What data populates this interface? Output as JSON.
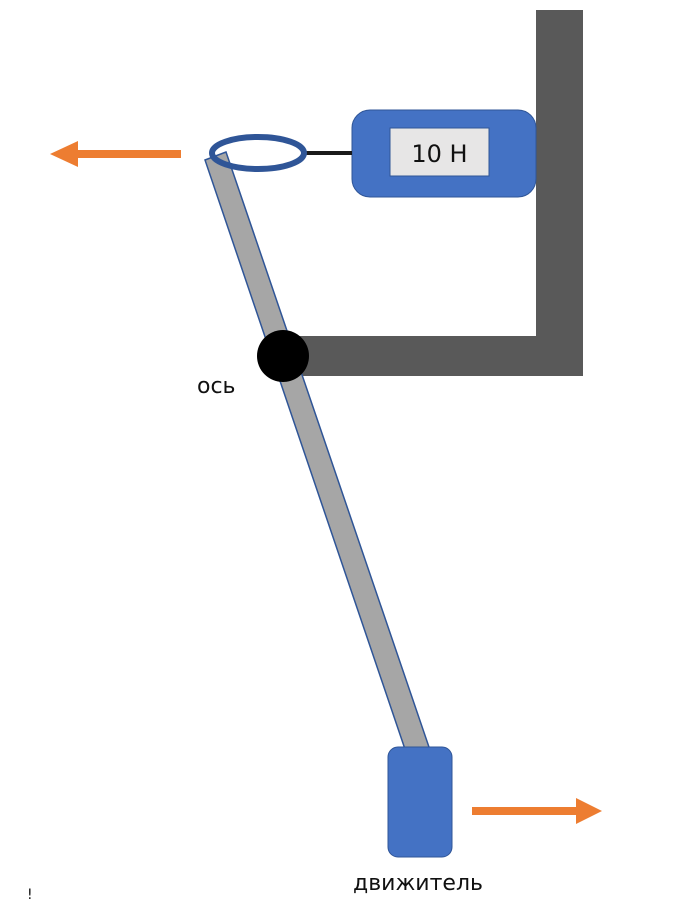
{
  "diagram": {
    "title": "",
    "labels": {
      "gauge_reading": "10 Н",
      "pivot": "ось",
      "thruster": "движитель",
      "stray_mark": "!"
    },
    "colors": {
      "background": "#ffffff",
      "frame": "#595959",
      "rod_fill": "#a6a6a6",
      "rod_stroke": "#2f5597",
      "ring": "#2f5597",
      "gauge_body": "#4472c4",
      "gauge_display": "#e7e6e6",
      "thruster_body": "#4472c4",
      "pivot": "#000000",
      "force_arrow": "#ed7d31",
      "cable": "#1a1a1a"
    },
    "elements": [
      {
        "id": "frame",
        "description": "L-shaped fixed support (vertical post and horizontal arm)"
      },
      {
        "id": "force-gauge",
        "description": "dynamometer attached to frame, showing reading"
      },
      {
        "id": "ring",
        "description": "ring at top of rod connected to gauge by cable"
      },
      {
        "id": "rod",
        "description": "inclined lever rod pivoting on axis"
      },
      {
        "id": "pivot",
        "description": "pivot axis joining rod and frame arm"
      },
      {
        "id": "thruster",
        "description": "thruster block at bottom of rod"
      },
      {
        "id": "arrow-top",
        "description": "force arrow pointing left at top of rod"
      },
      {
        "id": "arrow-bottom",
        "description": "force arrow pointing right at thruster"
      }
    ]
  }
}
